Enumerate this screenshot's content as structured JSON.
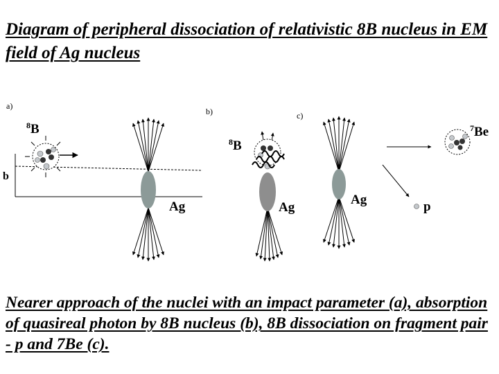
{
  "title": "Diagram of peripheral dissociation of relativistic 8B nucleus in EM field of Ag nucleus",
  "caption": "Nearer approach of the nuclei with an impact parameter (a), absorption of quasireal photon by 8B nucleus (b), 8B dissociation on fragment pair - p and 7Be (c).",
  "panels": {
    "a": {
      "label": "a)",
      "projectile": {
        "mass": "8",
        "symbol": "B"
      },
      "impact_parameter": "b",
      "target": "Ag"
    },
    "b": {
      "label": "b)",
      "projectile": {
        "mass": "8",
        "symbol": "B"
      },
      "target": "Ag"
    },
    "c": {
      "label": "c)",
      "target": "Ag",
      "fragment_1": {
        "mass": "7",
        "symbol": "Be"
      },
      "fragment_2": "p"
    }
  },
  "colors": {
    "nucleus_target": "#8c9a98",
    "nucleus_target_b": "#8e8e8e",
    "proton_light": "#c4c8cc",
    "neutron_dark": "#333333",
    "field_lines": "#000000"
  }
}
